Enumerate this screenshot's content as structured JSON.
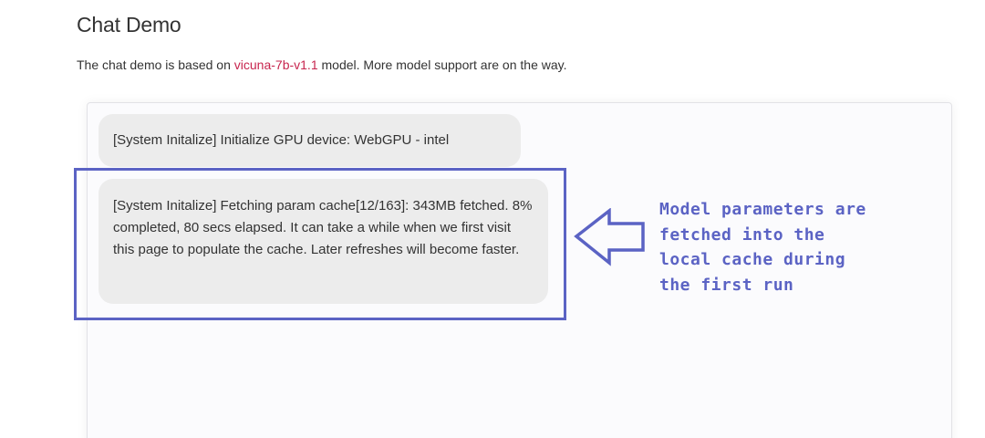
{
  "header": {
    "title": "Chat Demo",
    "description_prefix": "The chat demo is based on ",
    "model_link": "vicuna-7b-v1.1",
    "description_suffix": " model. More model support are on the way."
  },
  "chat": {
    "messages": [
      {
        "role": "system",
        "text": "[System Initalize] Initialize GPU device: WebGPU - intel"
      },
      {
        "role": "system",
        "text": "[System Initalize] Fetching param cache[12/163]: 343MB fetched. 8% completed, 80 secs elapsed. It can take a while when we first visit this page to populate the cache. Later refreshes will become faster."
      }
    ]
  },
  "annotation": {
    "text": "Model parameters are\nfetched into the\nlocal cache during\nthe first run",
    "color": "#5b63c4",
    "icon": "left-arrow-icon"
  },
  "colors": {
    "link": "#c7254e",
    "bubble_bg": "#ececec",
    "container_bg": "#fbfbfd",
    "annotation": "#5b63c4",
    "text": "#333333"
  }
}
